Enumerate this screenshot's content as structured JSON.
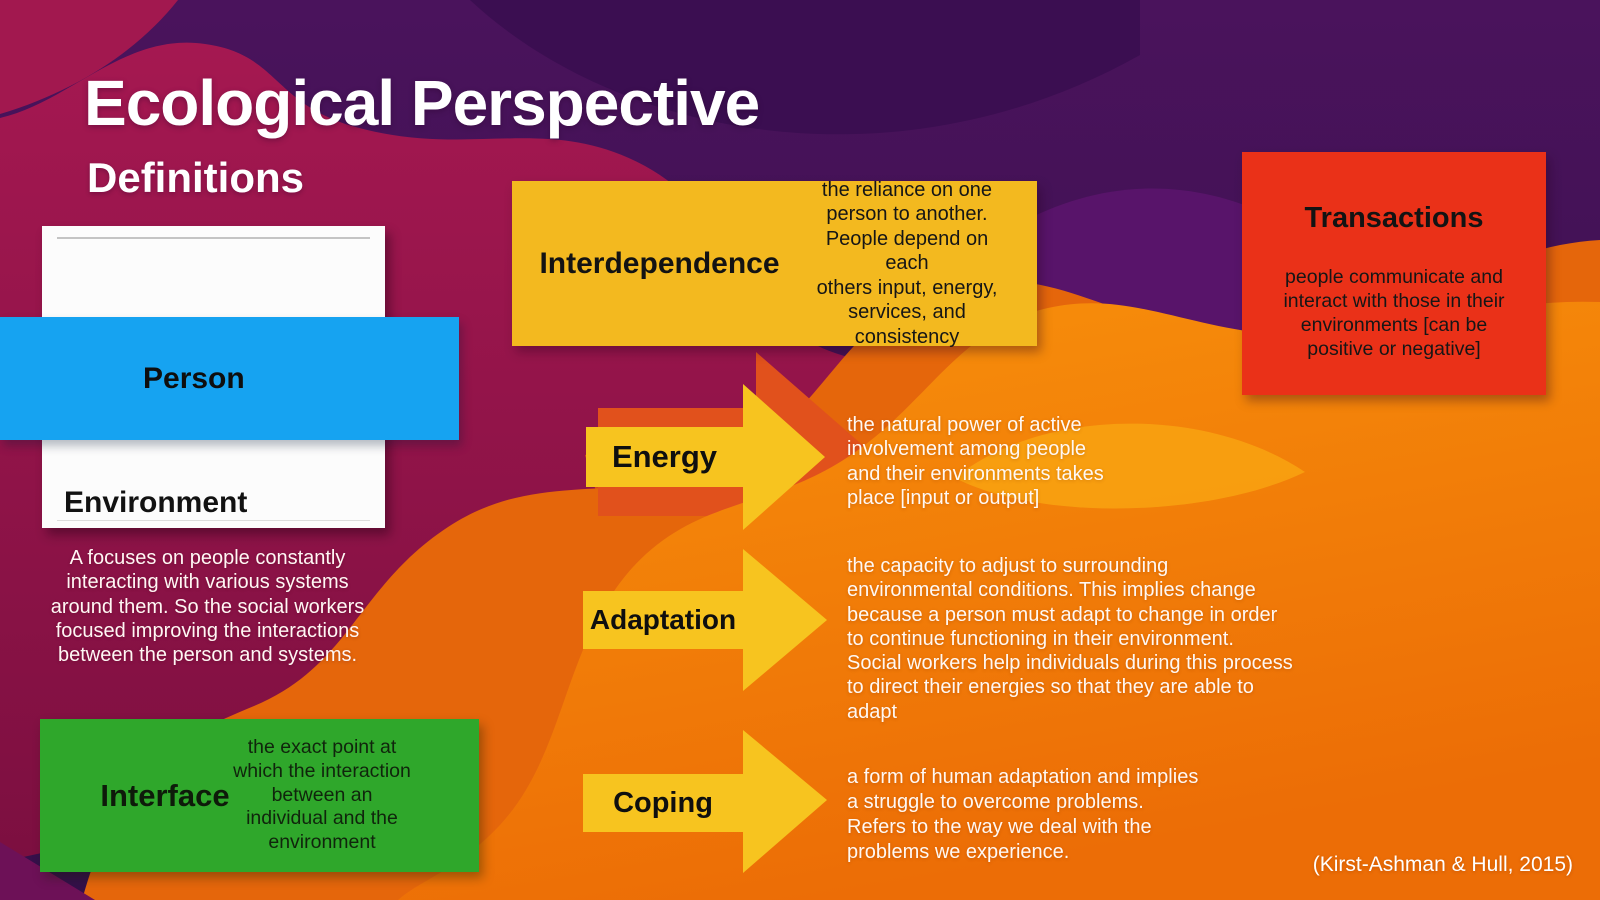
{
  "slide": {
    "title": "Ecological Perspective",
    "subtitle": "Definitions",
    "citation": "(Kirst-Ashman & Hull, 2015)"
  },
  "person_environment": {
    "person_label": "Person",
    "environment_label": "Environment",
    "description_lines": [
      "A focuses on people constantly",
      "interacting with various systems",
      "around them. So the social workers",
      "focused improving the interactions",
      "between the person and systems."
    ]
  },
  "terms": {
    "interdependence": {
      "label": "Interdependence",
      "definition_lines": [
        "the reliance on one",
        "person to another.",
        "People depend on each",
        "others input, energy,",
        "services, and consistency"
      ]
    },
    "transactions": {
      "label": "Transactions",
      "definition_lines": [
        "people communicate and",
        "interact with those in their",
        "environments [can be",
        "positive or negative]"
      ]
    },
    "energy": {
      "label": "Energy",
      "definition_lines": [
        "the natural power of active",
        "involvement among people",
        "and their environments takes",
        "place [input or output]"
      ]
    },
    "adaptation": {
      "label": "Adaptation",
      "definition_lines": [
        "the capacity to adjust to surrounding",
        "environmental conditions. This implies change",
        "because a person must adapt to change in order",
        "to continue functioning in their environment.",
        "Social workers help individuals during this process",
        "to direct their energies so that they are able to",
        "adapt"
      ]
    },
    "coping": {
      "label": "Coping",
      "definition_lines": [
        "a form of human adaptation and implies",
        "a struggle to overcome problems.",
        "Refers to the way we deal with the",
        "problems we experience."
      ]
    },
    "interface": {
      "label": "Interface",
      "definition_lines": [
        "the exact point at",
        "which the interaction",
        "between an",
        "individual and the",
        "environment"
      ]
    }
  },
  "colors": {
    "term_box_yellow": "#F3B91F",
    "arrow_yellow": "#F7C41F",
    "echo_arrow_orange": "#E1511C",
    "transactions_red": "#EA3118",
    "interface_green": "#2FA72B",
    "person_blue": "#16A3F1",
    "background_purple": "#47125A",
    "background_magenta": "#A2174F",
    "background_orange_dark": "#E5660B",
    "background_orange_bright": "#F8910B",
    "text_dark": "#131313",
    "text_light": "#FFFFFF"
  }
}
